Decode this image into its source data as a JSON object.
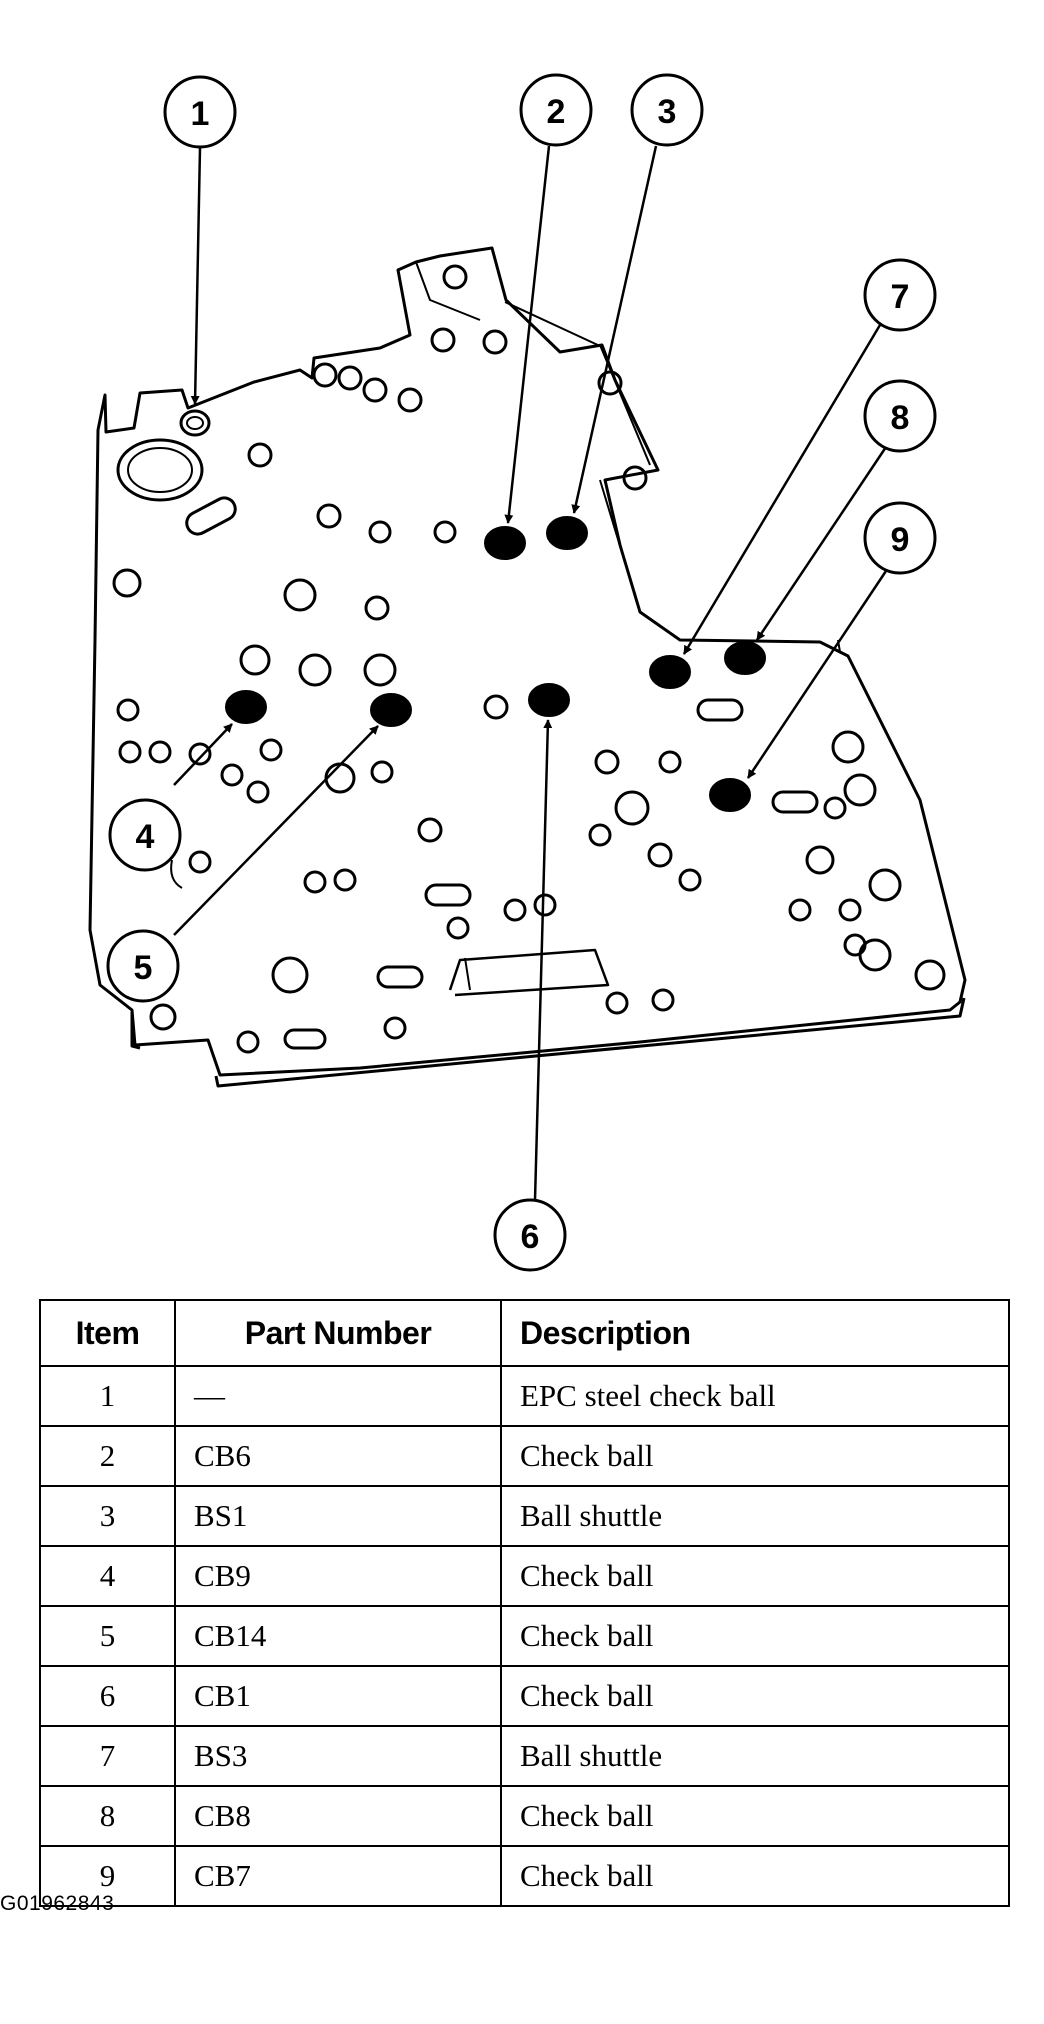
{
  "callouts": [
    "1",
    "2",
    "3",
    "4",
    "5",
    "6",
    "7",
    "8",
    "9"
  ],
  "table": {
    "headers": {
      "item": "Item",
      "part_number": "Part Number",
      "description": "Description"
    },
    "rows": [
      {
        "item": "1",
        "part_number": "—",
        "description": "EPC steel check ball"
      },
      {
        "item": "2",
        "part_number": "CB6",
        "description": "Check ball"
      },
      {
        "item": "3",
        "part_number": "BS1",
        "description": "Ball shuttle"
      },
      {
        "item": "4",
        "part_number": "CB9",
        "description": "Check ball"
      },
      {
        "item": "5",
        "part_number": "CB14",
        "description": "Check ball"
      },
      {
        "item": "6",
        "part_number": "CB1",
        "description": "Check ball"
      },
      {
        "item": "7",
        "part_number": "BS3",
        "description": "Ball shuttle"
      },
      {
        "item": "8",
        "part_number": "CB8",
        "description": "Check ball"
      },
      {
        "item": "9",
        "part_number": "CB7",
        "description": "Check ball"
      }
    ]
  },
  "figure_id": "G01962843",
  "colors": {
    "ink": "#000000",
    "paper": "#ffffff"
  }
}
